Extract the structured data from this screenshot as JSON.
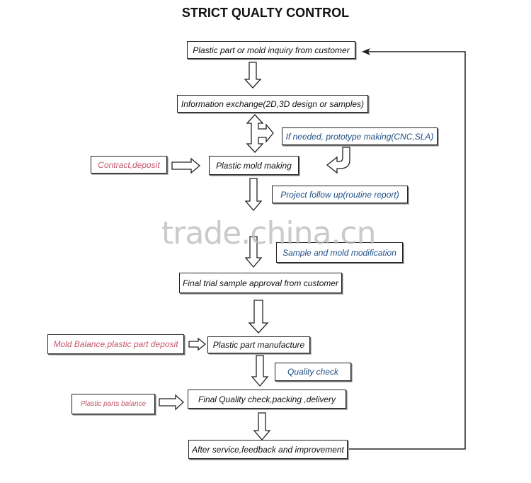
{
  "title": "STRICT QUALTY CONTROL",
  "steps": [
    "Plastic part or mold inquiry from customer",
    "Information exchange(2D,3D design or samples)",
    "Plastic mold making",
    "Final trial sample approval from customer",
    "Plastic part manufacture",
    "Final Quality check,packing ,delivery",
    "After service,feedback and improvement"
  ],
  "notes": [
    "If needed, prototype making(CNC,SLA)",
    "Project follow up(routine report)",
    "Sample and mold modification",
    "Quality check"
  ],
  "side_inputs": [
    "Contract,deposit",
    "Mold Balance,plastic part deposit",
    "Plastic  parts balance"
  ],
  "watermark": "trade.china.cn",
  "colors": {
    "note_text": "#1f4f86",
    "side_text": "#c4566c",
    "watermark": "#b9b9b9",
    "line": "#222222"
  }
}
